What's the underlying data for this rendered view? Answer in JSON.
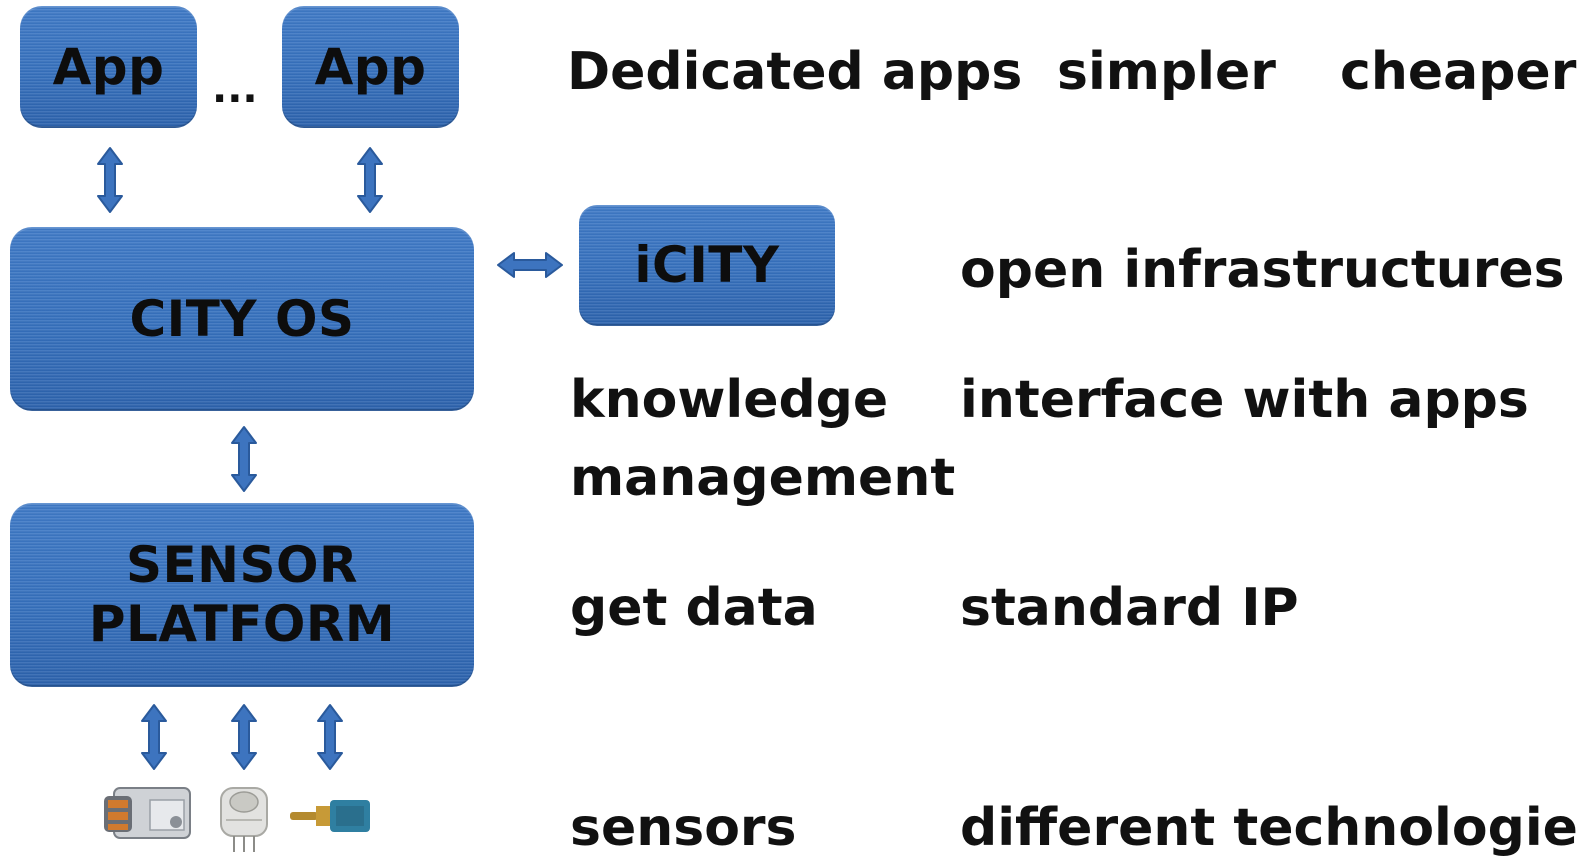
{
  "boxes": {
    "app_left": "App",
    "app_right": "App",
    "ellipsis": "...",
    "city_os": "CITY OS",
    "icity": "iCITY",
    "sensor_platform_line1": "SENSOR",
    "sensor_platform_line2": "PLATFORM"
  },
  "labels": {
    "dedicated_apps": "Dedicated apps",
    "simpler": "simpler",
    "cheaper": "cheaper",
    "open_infrastructures": "open infrastructures",
    "knowledge": "knowledge",
    "management": "management",
    "interface_with_apps": "interface with apps",
    "get_data": "get data",
    "standard_ip": "standard IP",
    "sensors": "sensors",
    "different_technologies": "different technologies"
  },
  "colors": {
    "box_fill": "#3570bd",
    "arrow_fill": "#3d74bf",
    "arrow_stroke": "#2a5a9c",
    "text": "#111111"
  },
  "icons": [
    "double-arrow-icon",
    "motor-sensor-icon",
    "gas-sensor-icon",
    "temperature-probe-icon"
  ]
}
